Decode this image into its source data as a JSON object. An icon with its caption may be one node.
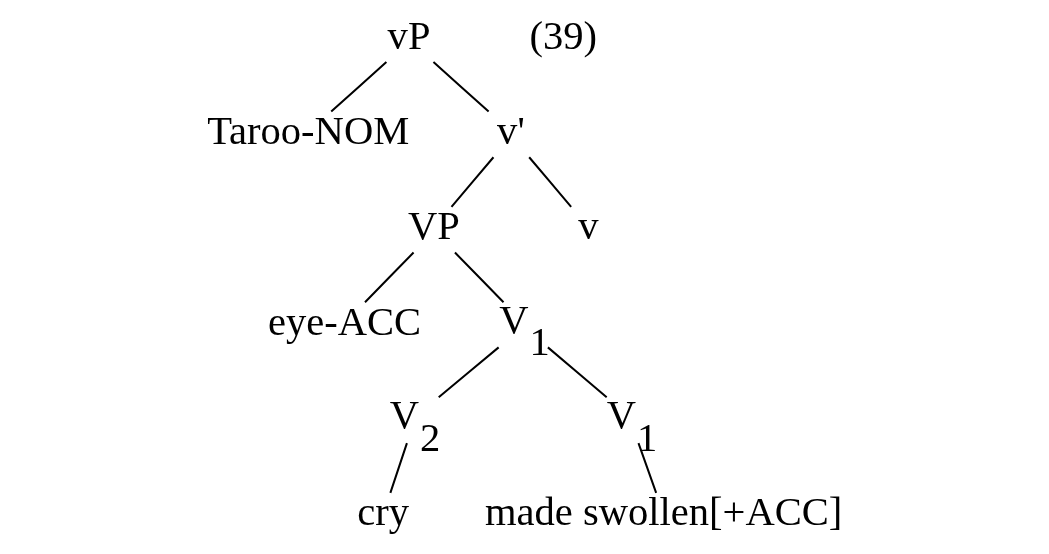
{
  "diagram": {
    "nodes": [
      {
        "text": [
          "vP"
        ]
      },
      {
        "text": [
          "Taroo-NOM"
        ]
      },
      {
        "text": [
          "v'"
        ]
      },
      {
        "text": [
          "VP"
        ]
      },
      {
        "text": [
          "v"
        ]
      },
      {
        "text": [
          "eye-ACC"
        ]
      },
      {
        "text": [
          "V$_{1}$"
        ]
      },
      {
        "text": [
          "V$_{2}$"
        ]
      },
      {
        "text": [
          "V$_{1}$"
        ]
      },
      {
        "text": [
          "cry"
        ]
      },
      {
        "text": [
          "made swollen[+ACC]"
        ]
      }
    ],
    "edges": [
      {
        "from": 0,
        "to": 1,
        "arrow": "none"
      },
      {
        "from": 0,
        "to": 2,
        "arrow": "none"
      },
      {
        "from": 2,
        "to": 3,
        "arrow": "none"
      },
      {
        "from": 2,
        "to": 4,
        "arrow": "none"
      },
      {
        "from": 3,
        "to": 5,
        "arrow": "none"
      },
      {
        "from": 3,
        "to": 6,
        "arrow": "none"
      },
      {
        "from": 6,
        "to": 7,
        "arrow": "none"
      },
      {
        "from": 6,
        "to": 8,
        "arrow": "none"
      },
      {
        "from": 7,
        "to": 9,
        "arrow": "none"
      },
      {
        "from": 8,
        "to": 10,
        "arrow": "none"
      }
    ],
    "labels": [
      "(39)"
    ]
  }
}
